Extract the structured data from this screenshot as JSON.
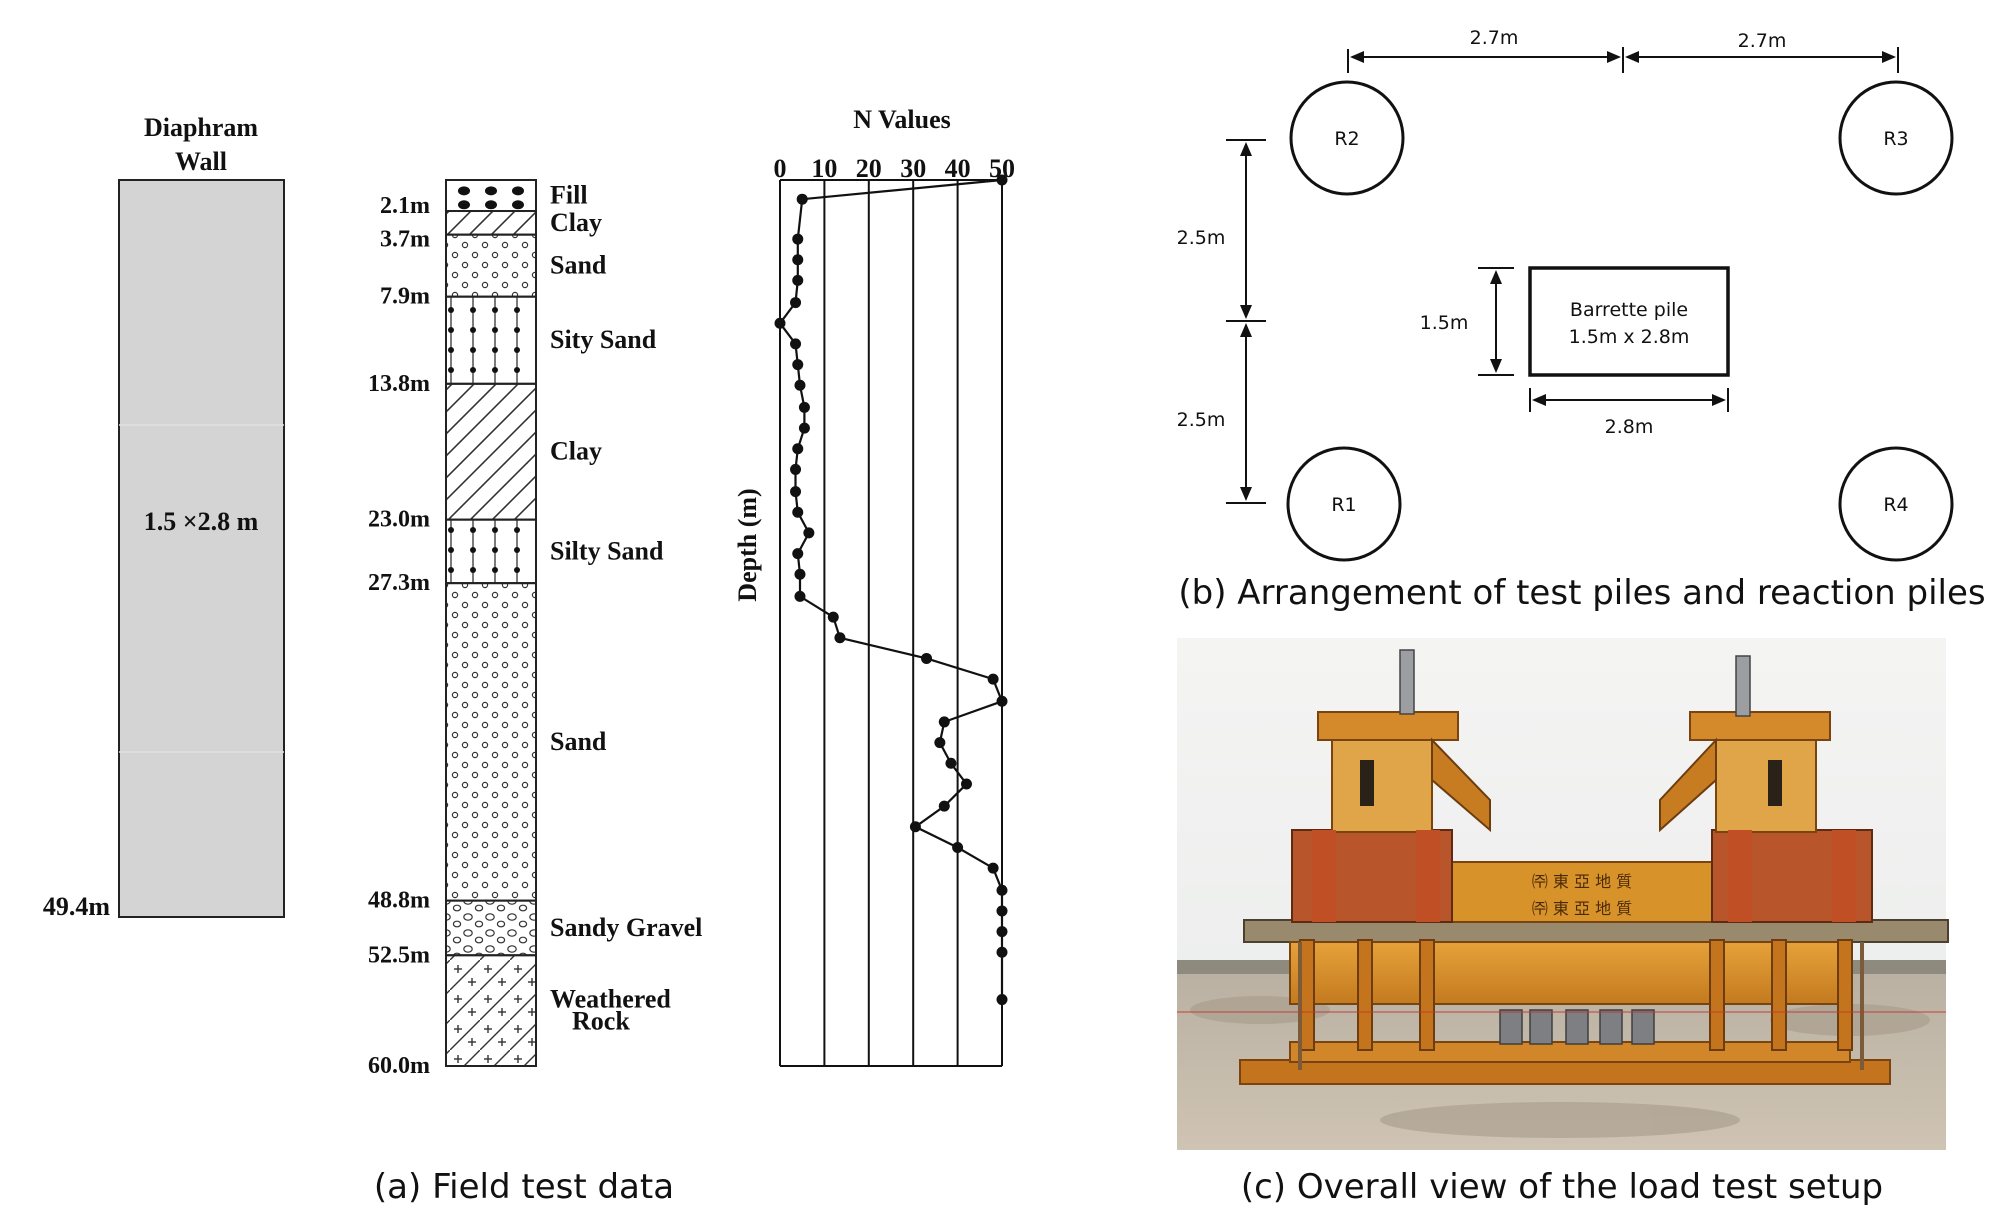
{
  "panel_a": {
    "wall": {
      "title_line1": "Diaphram",
      "title_line2": "Wall",
      "size_label": "1.5 ×2.8 m",
      "depth_label": "49.4m",
      "fill": "#d4d4d4"
    },
    "layers": [
      {
        "name_lines": [
          "Fill"
        ],
        "pattern": "fill"
      },
      {
        "name_lines": [
          "Clay"
        ],
        "pattern": "clay"
      },
      {
        "name_lines": [
          "Sand"
        ],
        "pattern": "sand"
      },
      {
        "name_lines": [
          "Sity Sand"
        ],
        "pattern": "silty-sand"
      },
      {
        "name_lines": [
          "Clay"
        ],
        "pattern": "clay"
      },
      {
        "name_lines": [
          "Silty Sand"
        ],
        "pattern": "silty-sand"
      },
      {
        "name_lines": [
          "Sand"
        ],
        "pattern": "sand"
      },
      {
        "name_lines": [
          "Sandy Gravel"
        ],
        "pattern": "sandy-gravel"
      },
      {
        "name_lines": [
          "Weathered",
          "Rock"
        ],
        "pattern": "weathered-rock"
      }
    ],
    "boundaries": [
      {
        "label": "2.1m",
        "depth": 2.1
      },
      {
        "label": "3.7m",
        "depth": 3.7
      },
      {
        "label": "7.9m",
        "depth": 7.9
      },
      {
        "label": "13.8m",
        "depth": 13.8
      },
      {
        "label": "23.0m",
        "depth": 23.0
      },
      {
        "label": "27.3m",
        "depth": 27.3
      },
      {
        "label": "48.8m",
        "depth": 48.8
      },
      {
        "label": "52.5m",
        "depth": 52.5
      },
      {
        "label": "60.0m",
        "depth": 60.0
      }
    ],
    "caption": "(a) Field test data"
  },
  "chart_data": {
    "type": "line",
    "title": "N Values",
    "xlabel": "",
    "ylabel": "Depth (m)",
    "xlim": [
      0,
      50
    ],
    "ylim": [
      0,
      60
    ],
    "xticks": [
      "0",
      "10",
      "20",
      "30",
      "40",
      "50"
    ],
    "grid": "vertical",
    "series": [
      {
        "points": [
          [
            50,
            0
          ],
          [
            5,
            1.3
          ],
          [
            4,
            4.0
          ],
          [
            4,
            5.4
          ],
          [
            4,
            6.8
          ],
          [
            3.5,
            8.3
          ],
          [
            0,
            9.7
          ],
          [
            3.5,
            11.1
          ],
          [
            4,
            12.5
          ],
          [
            4.5,
            13.9
          ],
          [
            5.5,
            15.4
          ],
          [
            5.5,
            16.8
          ],
          [
            4,
            18.2
          ],
          [
            3.5,
            19.6
          ],
          [
            3.5,
            21.1
          ],
          [
            4,
            22.5
          ],
          [
            6.5,
            23.9
          ],
          [
            4,
            25.3
          ],
          [
            4.5,
            26.7
          ],
          [
            4.5,
            28.2
          ],
          [
            12,
            29.6
          ],
          [
            13.5,
            31.0
          ],
          [
            33,
            32.4
          ],
          [
            48,
            33.8
          ],
          [
            50,
            35.3
          ],
          [
            37,
            36.7
          ],
          [
            36,
            38.1
          ],
          [
            38.5,
            39.5
          ],
          [
            42,
            40.9
          ],
          [
            37,
            42.4
          ],
          [
            30.5,
            43.8
          ],
          [
            40,
            45.2
          ],
          [
            48,
            46.6
          ],
          [
            50,
            48.1
          ],
          [
            50,
            49.5
          ],
          [
            50,
            50.9
          ],
          [
            50,
            52.3
          ],
          [
            50,
            55.5
          ]
        ]
      }
    ]
  },
  "panel_b": {
    "piles": [
      {
        "label": "R2",
        "pos": "top-left"
      },
      {
        "label": "R3",
        "pos": "top-right"
      },
      {
        "label": "R1",
        "pos": "bottom-left"
      },
      {
        "label": "R4",
        "pos": "bottom-right"
      }
    ],
    "barrette_line1": "Barrette pile",
    "barrette_line2": "1.5m x 2.8m",
    "dim_top_left": "2.7m",
    "dim_top_right": "2.7m",
    "dim_left_upper": "2.5m",
    "dim_left_lower": "2.5m",
    "dim_width": "1.5m",
    "dim_length": "2.8m",
    "caption": "(b) Arrangement of test piles and reaction piles"
  },
  "panel_c": {
    "sign_text_1": "㈜ 東 亞 地 質",
    "sign_text_2": "㈜ 東 亞 地 質",
    "frame_color": "#d8922a",
    "caption": "(c) Overall view of the load test setup"
  }
}
